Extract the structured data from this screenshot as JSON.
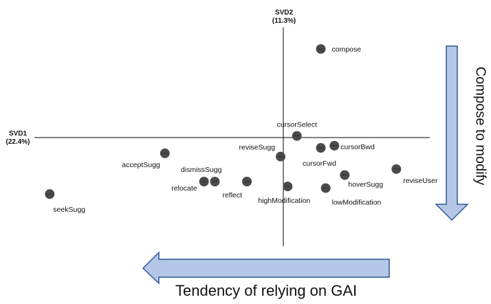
{
  "chart_data": {
    "type": "scatter",
    "title": "",
    "xlabel": "SVD1\n(22.4%)",
    "ylabel": "SVD2\n(11.3%)",
    "xlabel_lines": [
      "SVD1",
      "(22.4%)"
    ],
    "ylabel_lines": [
      "SVD2",
      "(11.3%)"
    ],
    "grid": false,
    "legend": "none",
    "point_color": "#4a4a4a",
    "points": [
      {
        "label": "compose",
        "x": 0.69,
        "y": 1.63
      },
      {
        "label": "cursorSelect",
        "x": 0.25,
        "y": 0.03
      },
      {
        "label": "cursorBwd",
        "x": 0.94,
        "y": -0.15
      },
      {
        "label": "cursorFwd",
        "x": 0.69,
        "y": -0.19
      },
      {
        "label": "reviseSugg",
        "x": -0.05,
        "y": -0.35
      },
      {
        "label": "acceptSugg",
        "x": -2.18,
        "y": -0.29
      },
      {
        "label": "dismissSugg",
        "x": -1.26,
        "y": -0.81
      },
      {
        "label": "relocate",
        "x": -1.46,
        "y": -0.81
      },
      {
        "label": "reflect",
        "x": -0.67,
        "y": -0.81
      },
      {
        "label": "highModification",
        "x": 0.08,
        "y": -0.9
      },
      {
        "label": "hoverSugg",
        "x": 1.13,
        "y": -0.69
      },
      {
        "label": "reviseUser",
        "x": 2.08,
        "y": -0.58
      },
      {
        "label": "lowModification",
        "x": 0.78,
        "y": -0.93
      },
      {
        "label": "seekSugg",
        "x": -4.3,
        "y": -1.04
      }
    ]
  },
  "annotations": {
    "right_arrow_label": "Compose to modify",
    "bottom_arrow_label": "Tendency of relying on GAI",
    "arrow_fill": "#b4c7e7",
    "arrow_stroke": "#2f5597"
  }
}
